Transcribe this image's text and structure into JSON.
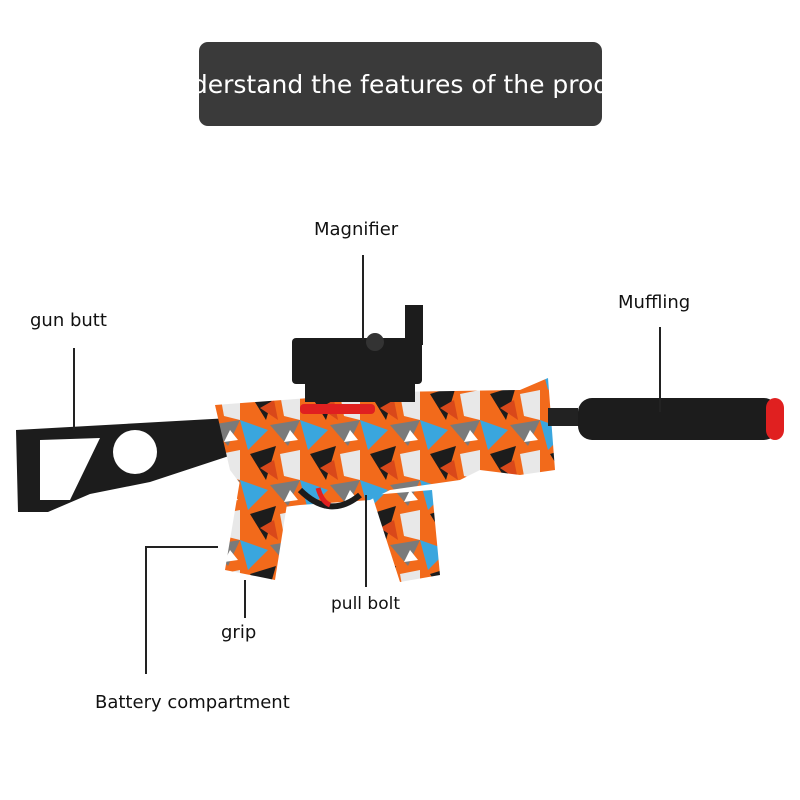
{
  "banner": {
    "text": "derstand the features of the prod",
    "background": "#3a3a3a"
  },
  "labels": {
    "magnifier": "Magnifier",
    "muffling": "Muffling",
    "gun_butt": "gun butt",
    "pull_bolt": "pull bolt",
    "grip": "grip",
    "battery_compartment": "Battery compartment"
  },
  "colors": {
    "leader_line": "#222222",
    "body_black": "#1c1c1c",
    "orange": "#f26a1b",
    "blue": "#3aa6de",
    "gray": "#8a8a8a",
    "red": "#e02020"
  }
}
